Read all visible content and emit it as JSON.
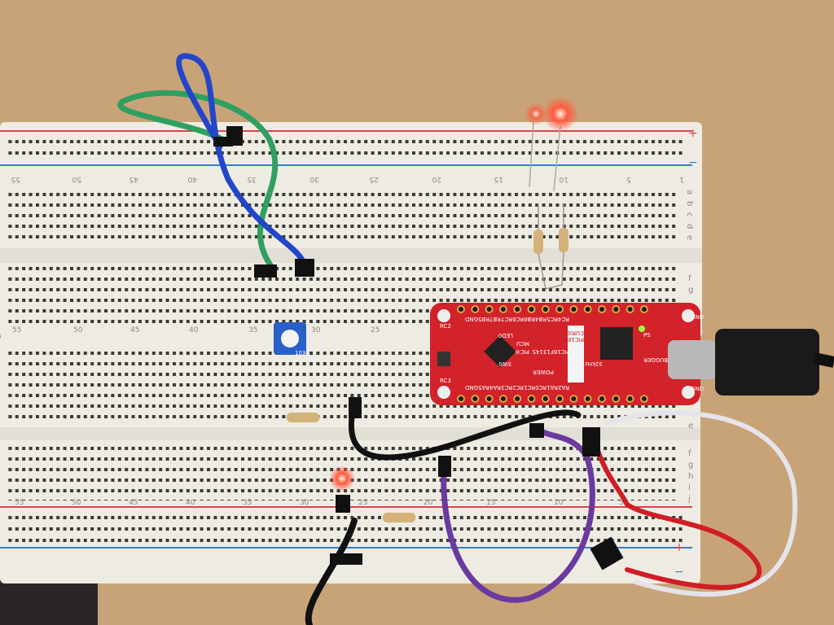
{
  "scene": {
    "description_colors": {
      "wood": "#c9a378",
      "breadboard": "#eeece2",
      "rail_red": "#d9454f",
      "rail_blue": "#2f7fd0",
      "mcu_board": "#d2222a",
      "led_red": "#ff4b3a",
      "wire_green": "#2fa060",
      "wire_blue": "#2346c8",
      "wire_black": "#111111",
      "wire_purple": "#6a3aa0",
      "wire_red": "#d01e24",
      "wire_white": "#e4e4ea"
    }
  },
  "breadboard_top": {
    "rail_plus": "+",
    "rail_minus": "−",
    "column_numbers": [
      "55",
      "50",
      "45",
      "40",
      "35",
      "30",
      "25",
      "20",
      "15",
      "10",
      "5",
      "1"
    ],
    "row_letters_upper": [
      "a",
      "b",
      "c",
      "d",
      "e"
    ],
    "row_letters_lower": [
      "f",
      "g"
    ],
    "column_numbers_lower": [
      "55",
      "50",
      "45",
      "40",
      "35",
      "30",
      "25"
    ]
  },
  "breadboard_bottom": {
    "row_letter_e": "e",
    "row_letters": [
      "f",
      "g",
      "h",
      "i",
      "j"
    ],
    "column_numbers": [
      "55",
      "50",
      "45",
      "40",
      "35",
      "30",
      "25",
      "20",
      "15",
      "10",
      "5"
    ],
    "rail_plus": "+",
    "rail_minus": "−"
  },
  "mcu_board": {
    "brand": "PIC®",
    "mcu_label": "MCU",
    "part_number": "PIC16F13145",
    "kit_title": "PIC16F13145",
    "kit_subtitle": "CURIOSITY NANO",
    "crystal": "32kHz",
    "power": "POWER",
    "debugger": "DEBUGGER",
    "led0": "LED0",
    "sw0": "SW0",
    "top_pins": [
      "GND",
      "RB5",
      "RB7",
      "RC7",
      "RC6",
      "RB6",
      "RB4",
      "RC5",
      "RC4"
    ],
    "bottom_pins": [
      "GND",
      "RA5",
      "RA4",
      "RC3",
      "RC2",
      "RC1",
      "RC0",
      "RA1",
      "RA2"
    ],
    "side_labels": [
      "RC2",
      "RC3",
      "GND",
      "GND",
      "PS"
    ]
  },
  "potentiometer": {
    "label": "103"
  }
}
